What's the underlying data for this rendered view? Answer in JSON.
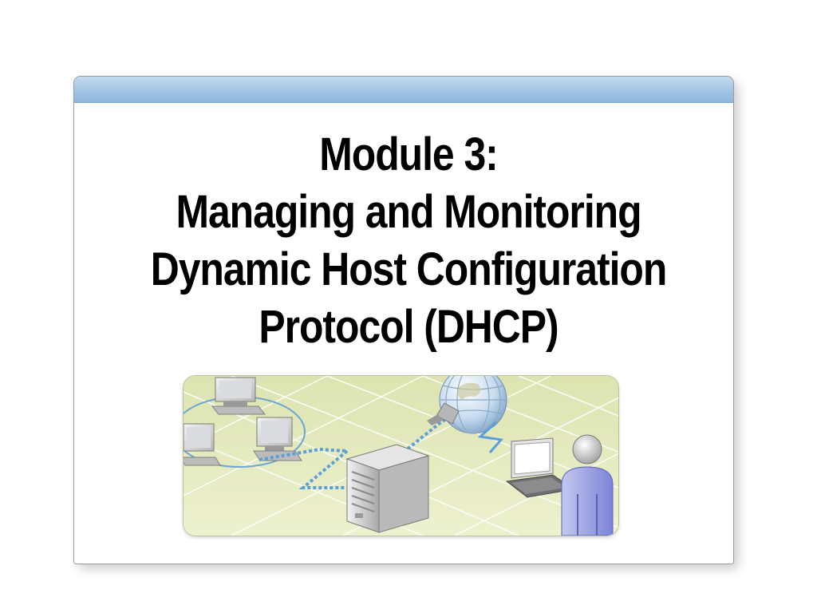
{
  "slide": {
    "title_lines": [
      "Module 3:",
      "Managing and Monitoring",
      "Dynamic Host Configuration",
      "Protocol (DHCP)"
    ]
  },
  "illustration": {
    "icons": [
      "workstation-icon",
      "server-icon",
      "globe-icon",
      "laptop-icon",
      "user-icon"
    ],
    "colors": {
      "floor": "#e8ecc2",
      "network_link": "#5aa0d8",
      "accent": "#a9c9e6"
    }
  }
}
